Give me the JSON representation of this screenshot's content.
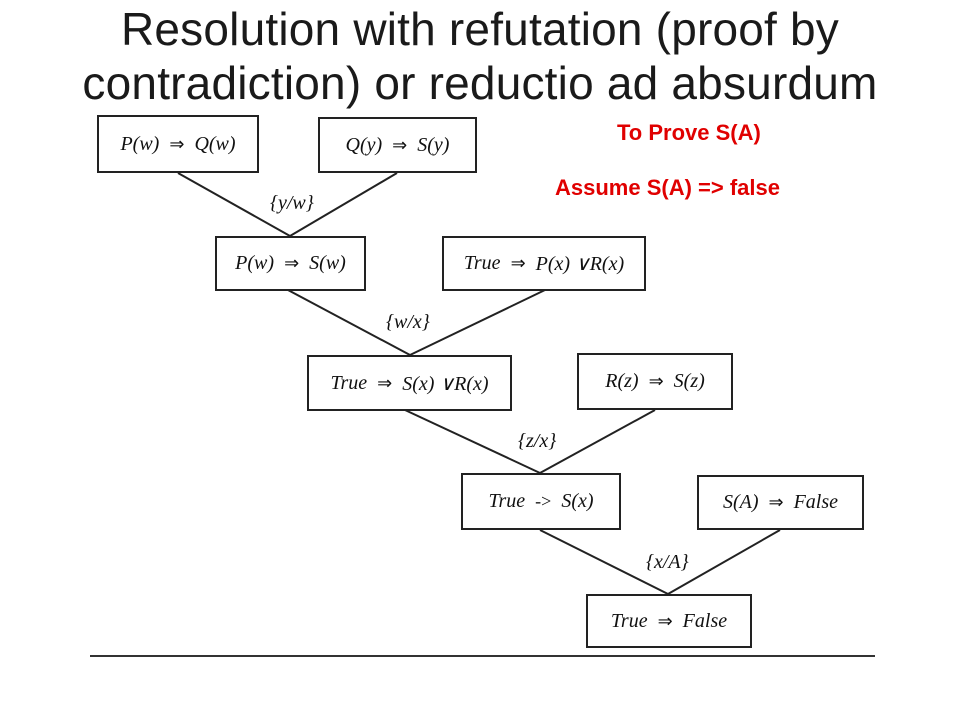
{
  "title": {
    "line1": "Resolution with refutation (proof by",
    "line2": "contradiction) or reductio ad absurdum"
  },
  "notes": {
    "to_prove": "To Prove S(A)",
    "assume": "Assume S(A) => false"
  },
  "colors": {
    "note": "#e00000",
    "text": "#1a1a1a",
    "line": "#222222"
  },
  "clauses": {
    "c1": {
      "left": "P(w)",
      "arrow": "⇒",
      "right": "Q(w)"
    },
    "c2": {
      "left": "Q(y)",
      "arrow": "⇒",
      "right": "S(y)"
    },
    "c3": {
      "left": "P(w)",
      "arrow": "⇒",
      "right": "S(w)"
    },
    "c4": {
      "left": "True",
      "arrow": "⇒",
      "right": "P(x) ∨R(x)"
    },
    "c5": {
      "left": "True",
      "arrow": "⇒",
      "right": "S(x) ∨R(x)"
    },
    "c6": {
      "left": "R(z)",
      "arrow": "⇒",
      "right": "S(z)"
    },
    "c7": {
      "left": "True",
      "arrow": "->",
      "right": "S(x)"
    },
    "c8": {
      "left": "S(A)",
      "arrow": "⇒",
      "right": "False"
    },
    "c9": {
      "left": "True",
      "arrow": "⇒",
      "right": "False"
    }
  },
  "substitutions": {
    "s1": "{y/w}",
    "s2": "{w/x}",
    "s3": "{z/x}",
    "s4": "{x/A}"
  }
}
